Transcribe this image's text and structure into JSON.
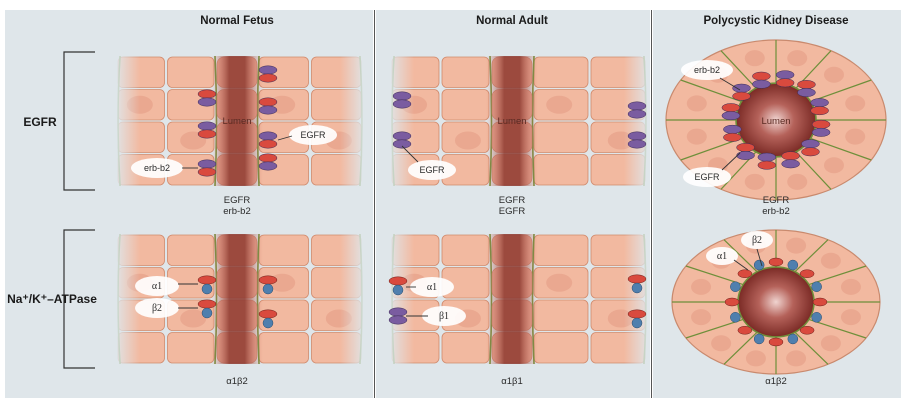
{
  "panels": {
    "fetus": {
      "title": "Normal Fetus",
      "egfr_caption": [
        "EGFR",
        "erb-b2"
      ],
      "egfr_callouts": {
        "lumen": "Lumen",
        "egfr": "EGFR",
        "erbb2": "erb-b2"
      },
      "na_caption": "α1β2",
      "na_callouts": {
        "alpha": "α1",
        "beta": "β2"
      }
    },
    "adult": {
      "title": "Normal Adult",
      "egfr_caption": [
        "EGFR",
        "EGFR"
      ],
      "egfr_callouts": {
        "lumen": "Lumen",
        "egfr": "EGFR"
      },
      "na_caption": "α1β1",
      "na_callouts": {
        "alpha": "α1",
        "beta": "β1"
      }
    },
    "pkd": {
      "title": "Polycystic Kidney Disease",
      "egfr_caption": [
        "EGFR",
        "erb-b2"
      ],
      "egfr_callouts": {
        "lumen": "Lumen",
        "egfr": "EGFR",
        "erbb2": "erb-b2"
      },
      "na_caption": "α1β2",
      "na_callouts": {
        "alpha": "α1",
        "beta": "β2"
      }
    }
  },
  "rows": {
    "egfr": "EGFR",
    "na": "Na⁺/K⁺–ATPase"
  },
  "colors": {
    "panel_bg": "#dfe6ea",
    "cell": "#f2b9a0",
    "lumen": "#8e3a30",
    "membrane": "#6e8f3a",
    "receptor_purple": "#7a5ca0",
    "receptor_red": "#d94a3e",
    "subunit_blue": "#4f7fae"
  }
}
